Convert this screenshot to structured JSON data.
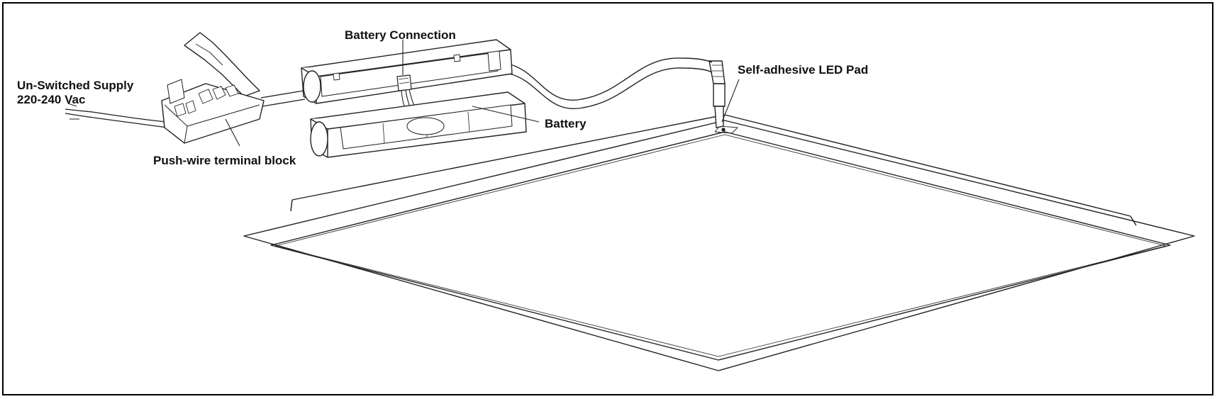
{
  "labels": {
    "supply_line1": "Un-Switched Supply",
    "supply_line2": "220-240 Vac",
    "battery_connection": "Battery Connection",
    "led_pad": "Self-adhesive LED Pad",
    "battery": "Battery",
    "terminal_block": "Push-wire terminal block"
  },
  "colors": {
    "line": "#222222",
    "frame": "#000000",
    "background": "#ffffff"
  }
}
